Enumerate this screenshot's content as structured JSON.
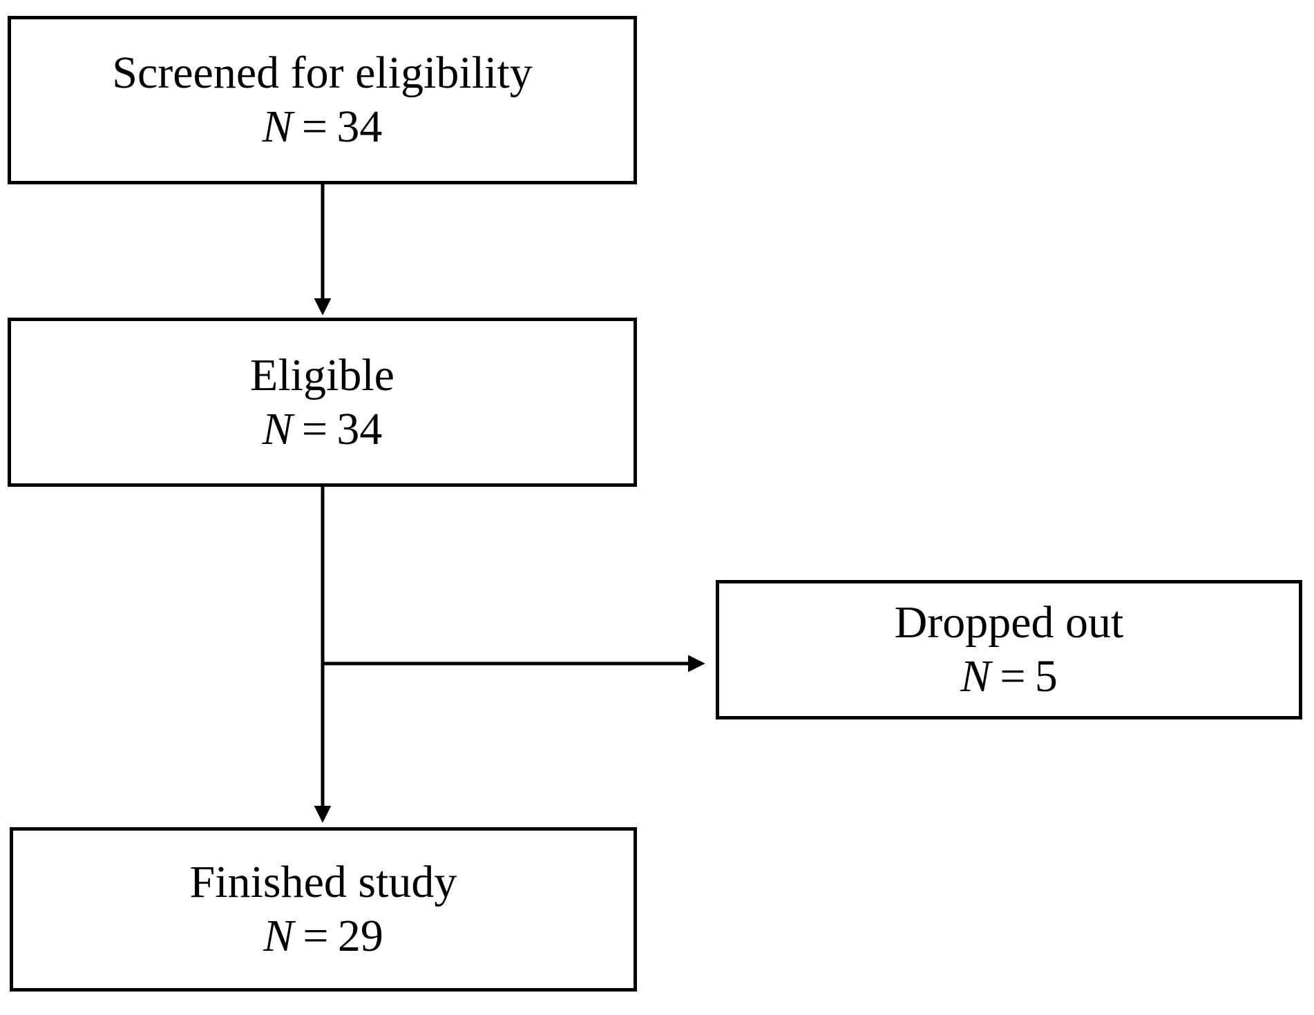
{
  "diagram": {
    "type": "flowchart",
    "box_fill": "#ffffff",
    "line_color": "#000000",
    "text_color": "#000000",
    "nodes": [
      {
        "id": "screened",
        "label": "Screened for eligibility",
        "n_symbol": "N",
        "n_equals": "=",
        "n_value": "34"
      },
      {
        "id": "eligible",
        "label": "Eligible",
        "n_symbol": "N",
        "n_equals": "=",
        "n_value": "34"
      },
      {
        "id": "dropped",
        "label": "Dropped out",
        "n_symbol": "N",
        "n_equals": "=",
        "n_value": "5"
      },
      {
        "id": "finished",
        "label": "Finished study",
        "n_symbol": "N",
        "n_equals": "=",
        "n_value": "29"
      }
    ]
  }
}
